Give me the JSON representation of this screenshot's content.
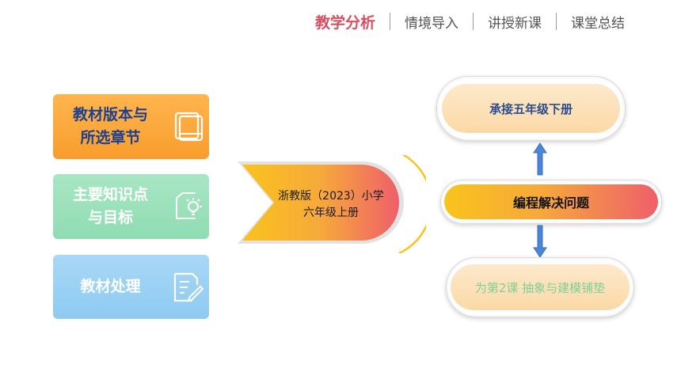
{
  "nav": {
    "items": [
      {
        "label": "教学分析",
        "active": true
      },
      {
        "label": "情境导入",
        "active": false
      },
      {
        "label": "讲授新课",
        "active": false
      },
      {
        "label": "课堂总结",
        "active": false
      }
    ]
  },
  "cards": {
    "version": {
      "line1": "教材版本与",
      "line2": "所选章节",
      "icon": "book-icon"
    },
    "knowledge": {
      "line1": "主要知识点",
      "line2": "与目标",
      "icon": "lightbulb-icon"
    },
    "processing": {
      "line1": "教材处理",
      "icon": "document-edit-icon"
    }
  },
  "center": {
    "line1": "浙教版（2023）小学",
    "line2": "六年级上册"
  },
  "flow": {
    "top": "承接五年级下册",
    "middle": "编程解决问题",
    "bottom": "为第2课 抽象与建模铺垫"
  },
  "colors": {
    "accent": "#d94f62",
    "card_orange": "#f89d2d",
    "card_green": "#8fdcb2",
    "card_blue": "#8ecaf2",
    "arrow_blue": "#4a86d8"
  }
}
